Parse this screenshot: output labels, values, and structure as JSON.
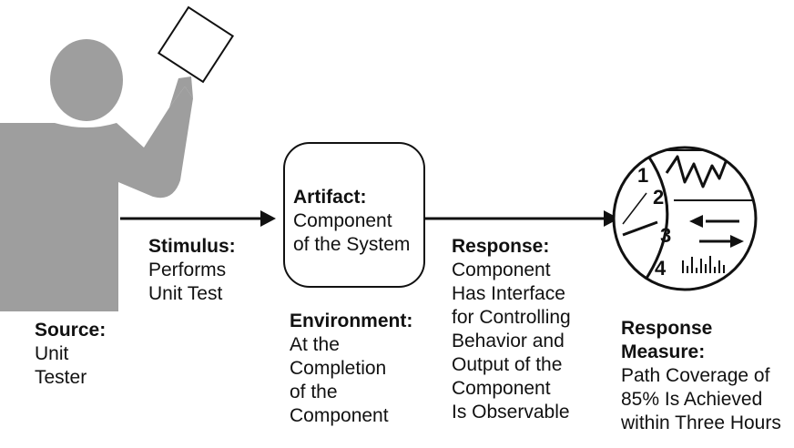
{
  "source": {
    "heading": "Source:",
    "lines": [
      "Unit",
      "Tester"
    ]
  },
  "stimulus": {
    "heading": "Stimulus:",
    "lines": [
      "Performs",
      "Unit Test"
    ]
  },
  "artifact": {
    "heading": "Artifact:",
    "lines": [
      "Component",
      "of the System"
    ]
  },
  "environment": {
    "heading": "Environment:",
    "lines": [
      "At the",
      "Completion",
      "of the",
      "Component"
    ]
  },
  "response": {
    "heading": "Response:",
    "lines": [
      "Component",
      "Has Interface",
      "for Controlling",
      "Behavior and",
      "Output of the",
      "Component",
      "Is Observable"
    ]
  },
  "response_measure": {
    "heading_lines": [
      "Response",
      "Measure:"
    ],
    "lines": [
      "Path Coverage of",
      "85% Is Achieved",
      "within Three Hours"
    ]
  },
  "gauge_numbers": [
    "1",
    "2",
    "3",
    "4"
  ],
  "colors": {
    "figure": "#9e9e9e",
    "ink": "#111111",
    "background": "#ffffff"
  }
}
